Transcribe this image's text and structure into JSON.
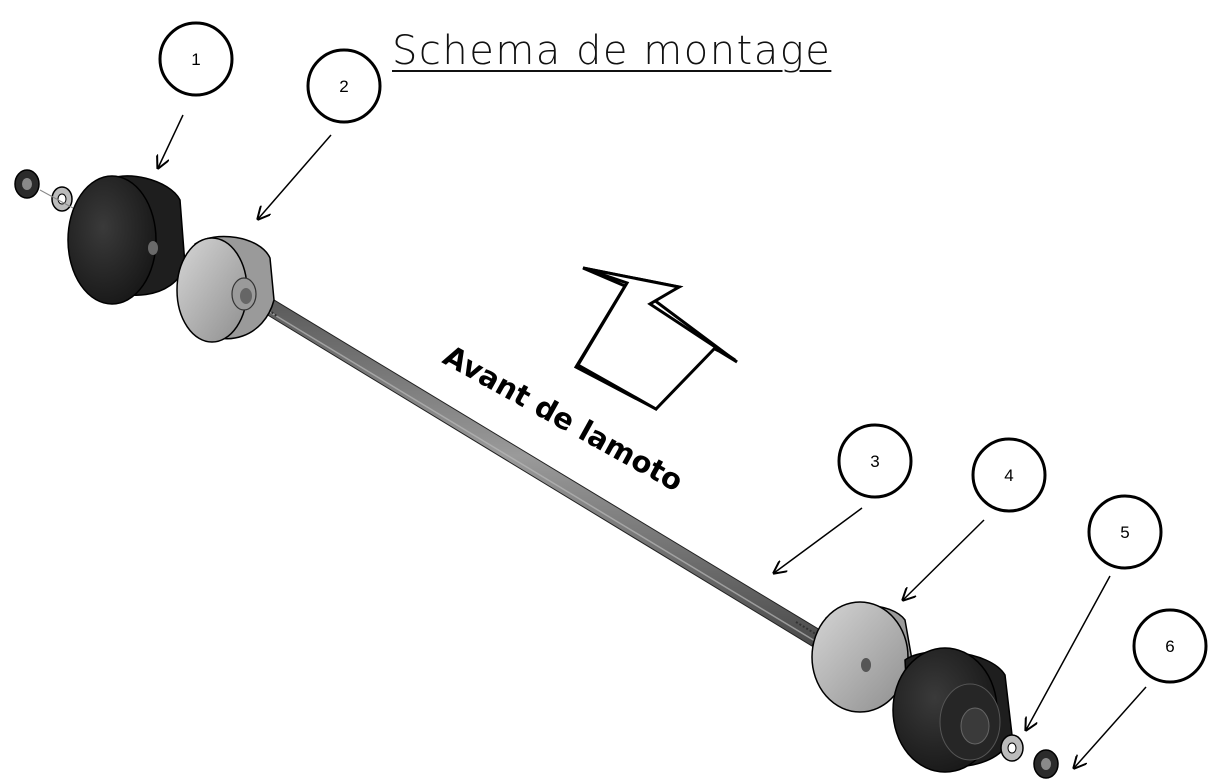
{
  "title": "Schema de montage",
  "direction_label": "Avant de lamoto",
  "callouts": [
    {
      "id": "1",
      "label": "1"
    },
    {
      "id": "2",
      "label": "2"
    },
    {
      "id": "3",
      "label": "3"
    },
    {
      "id": "4",
      "label": "4"
    },
    {
      "id": "5",
      "label": "5"
    },
    {
      "id": "6",
      "label": "6"
    }
  ],
  "colors": {
    "rubber": "#2a2a2a",
    "spacer": "#b8b8b8",
    "axle": "#7a7a7a",
    "outline": "#000000"
  }
}
